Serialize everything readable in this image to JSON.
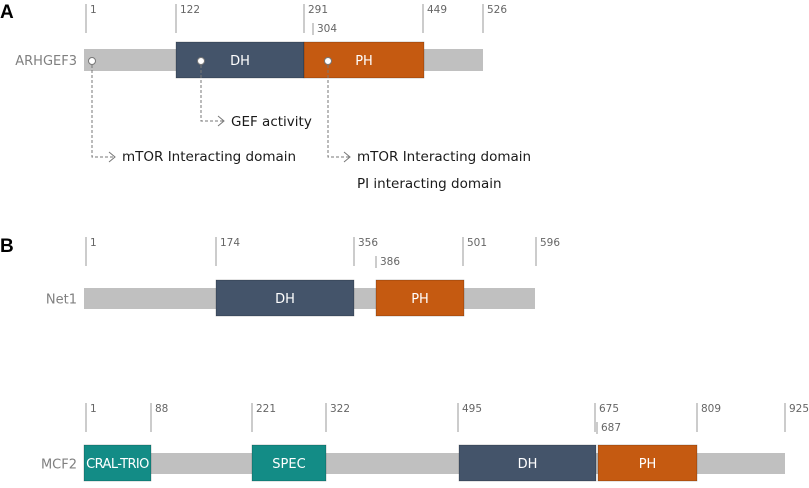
{
  "panels": [
    {
      "letter": "A",
      "proteins": [
        {
          "name": "ARHGEF3",
          "length": 526,
          "ticks": [
            {
              "label": "1"
            },
            {
              "label": "122"
            },
            {
              "label": "291"
            },
            {
              "label": "304"
            },
            {
              "label": "449"
            },
            {
              "label": "526"
            }
          ],
          "domains": [
            {
              "label": "DH",
              "start": 122,
              "end": 291,
              "color": "#44546a"
            },
            {
              "label": "PH",
              "start": 291,
              "end": 449,
              "color": "#c55a11"
            }
          ],
          "annotations": [
            {
              "lines": [
                "mTOR Interacting domain"
              ]
            },
            {
              "lines": [
                "GEF activity"
              ]
            },
            {
              "lines": [
                "mTOR Interacting domain",
                "PI interacting domain"
              ]
            }
          ]
        }
      ]
    },
    {
      "letter": "B",
      "proteins": [
        {
          "name": "Net1",
          "length": 596,
          "ticks": [
            {
              "label": "1"
            },
            {
              "label": "174"
            },
            {
              "label": "356"
            },
            {
              "label": "386"
            },
            {
              "label": "501"
            },
            {
              "label": "596"
            }
          ],
          "domains": [
            {
              "label": "DH",
              "start": 174,
              "end": 356,
              "color": "#44546a"
            },
            {
              "label": "PH",
              "start": 386,
              "end": 501,
              "color": "#c55a11"
            }
          ],
          "annotations": []
        },
        {
          "name": "MCF2",
          "length": 925,
          "ticks": [
            {
              "label": "1"
            },
            {
              "label": "88"
            },
            {
              "label": "221"
            },
            {
              "label": "322"
            },
            {
              "label": "495"
            },
            {
              "label": "675"
            },
            {
              "label": "687"
            },
            {
              "label": "809"
            },
            {
              "label": "925"
            }
          ],
          "domains": [
            {
              "label": "CRAL-TRIO",
              "start": 1,
              "end": 88,
              "color": "#138c86"
            },
            {
              "label": "SPEC",
              "start": 221,
              "end": 322,
              "color": "#138c86"
            },
            {
              "label": "DH",
              "start": 495,
              "end": 675,
              "color": "#44546a"
            },
            {
              "label": "PH",
              "start": 687,
              "end": 809,
              "color": "#c55a11"
            }
          ],
          "annotations": []
        }
      ]
    }
  ]
}
